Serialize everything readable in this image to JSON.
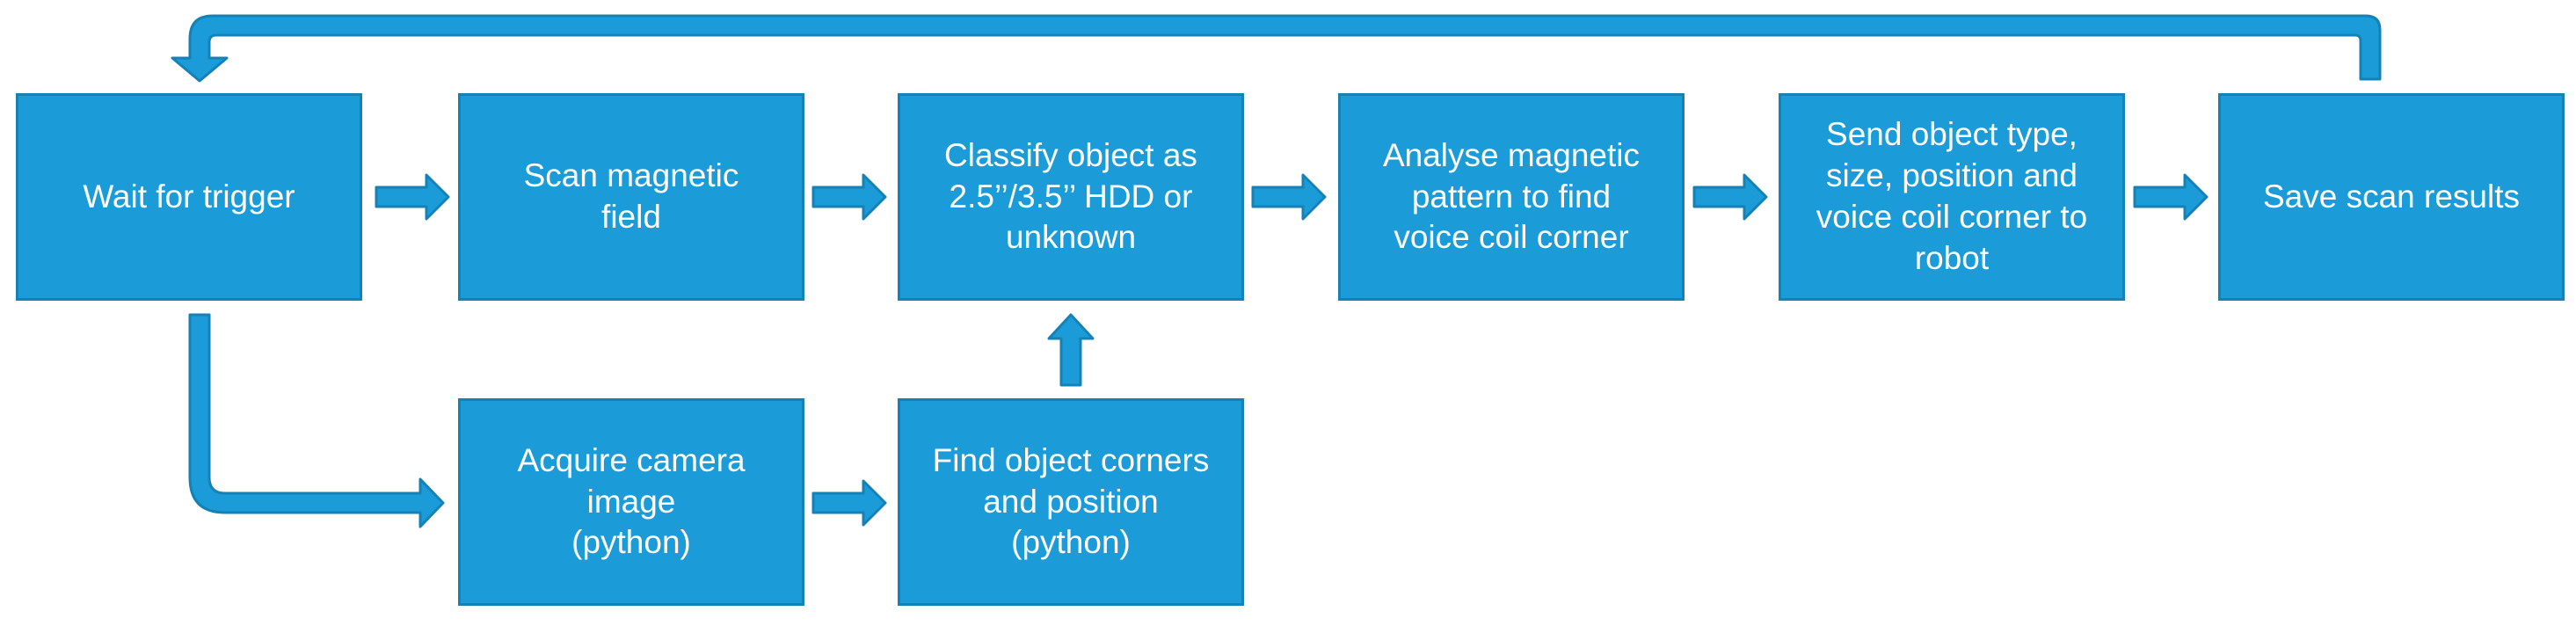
{
  "nodes": {
    "wait": "Wait for trigger",
    "scan": "Scan magnetic\nfield",
    "classify": "Classify object as\n2.5’’/3.5’’ HDD or\nunknown",
    "analyse": "Analyse magnetic\npattern to find\nvoice coil corner",
    "send": "Send object type,\nsize, position and\nvoice coil corner to\nrobot",
    "save": "Save scan results",
    "acquire": "Acquire camera\nimage\n(python)",
    "find": "Find object corners\nand position\n(python)"
  },
  "edges": [
    {
      "from": "wait",
      "to": "scan"
    },
    {
      "from": "scan",
      "to": "classify"
    },
    {
      "from": "classify",
      "to": "analyse"
    },
    {
      "from": "analyse",
      "to": "send"
    },
    {
      "from": "send",
      "to": "save"
    },
    {
      "from": "save",
      "to": "wait"
    },
    {
      "from": "wait",
      "to": "acquire"
    },
    {
      "from": "acquire",
      "to": "find"
    },
    {
      "from": "find",
      "to": "classify"
    }
  ],
  "colors": {
    "box_fill": "#1b9bd7",
    "box_border": "#1582b6",
    "arrow_fill": "#1b9bd7",
    "arrow_border": "#1582b6",
    "text": "#ffffff"
  }
}
